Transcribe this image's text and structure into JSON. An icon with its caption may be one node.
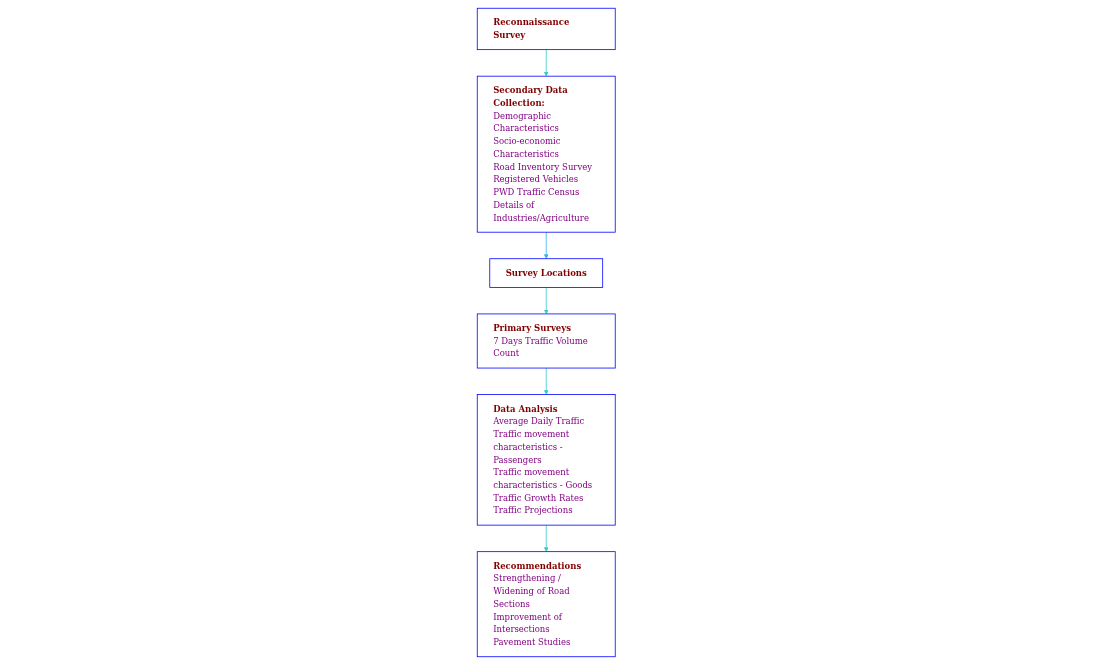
{
  "diagram": {
    "nodes": [
      {
        "text": [
          "Reconnaissance Survey"
        ]
      },
      {
        "text": [
          "Secondary Data Collection:",
          "Demographic Characteristics",
          "Socio-economic Characteristics",
          "Road Inventory Survey",
          "Registered Vehicles",
          "PWD Traffic Census",
          "Details of Industries/Agriculture"
        ]
      },
      {
        "text": [
          "Survey Locations"
        ]
      },
      {
        "text": [
          "Primary Surveys",
          "7 Days Traffic Volume Count"
        ]
      },
      {
        "text": [
          "Data Analysis",
          "Average Daily Traffic",
          "Traffic movement characteristics - Passengers",
          "Traffic movement characteristics - Goods",
          "Traffic Growth Rates",
          "Traffic Projections"
        ]
      },
      {
        "text": [
          "Recommendations",
          "Strengthening / Widening of Road Sections",
          "Improvement of Intersections",
          "Pavement Studies"
        ]
      }
    ],
    "edges": [
      {
        "from": 0,
        "to": 1,
        "arrow": "to"
      },
      {
        "from": 1,
        "to": 2,
        "arrow": "to",
        "color": "#33b5f0"
      },
      {
        "from": 2,
        "to": 3,
        "arrow": "to"
      },
      {
        "from": 3,
        "to": 4,
        "arrow": "to"
      },
      {
        "from": 4,
        "to": 5,
        "arrow": "to"
      }
    ]
  }
}
